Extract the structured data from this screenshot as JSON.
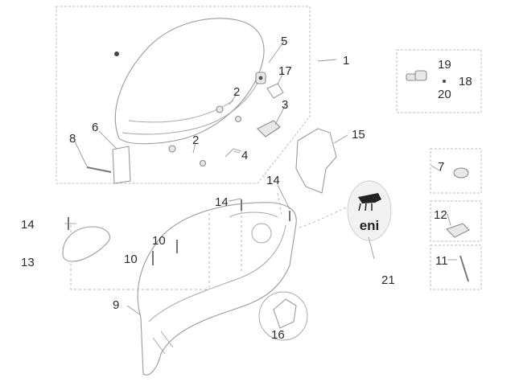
{
  "callouts": {
    "c1": "1",
    "c2a": "2",
    "c2b": "2",
    "c3": "3",
    "c4": "4",
    "c5": "5",
    "c6": "6",
    "c7": "7",
    "c8": "8",
    "c9": "9",
    "c10a": "10",
    "c10b": "10",
    "c11": "11",
    "c12": "12",
    "c13": "13",
    "c14a": "14",
    "c14b": "14",
    "c14c": "14",
    "c15": "15",
    "c16": "16",
    "c17": "17",
    "c18": "18",
    "c19": "19",
    "c20": "20",
    "c21": "21"
  },
  "logo": {
    "text": "eni"
  },
  "icons": [
    "six-legged-dog-logo-icon"
  ]
}
